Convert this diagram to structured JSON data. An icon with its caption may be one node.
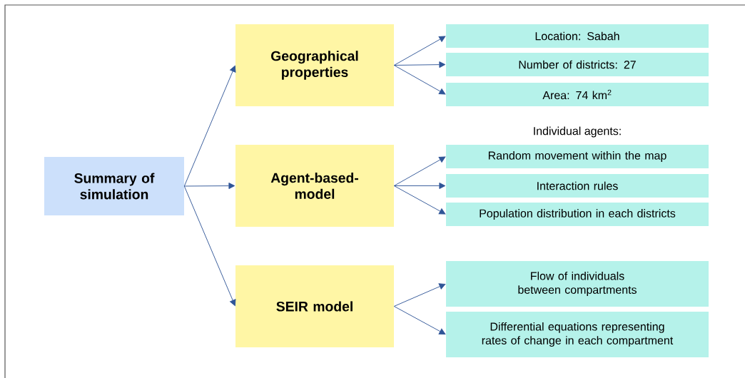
{
  "diagram": {
    "nodes": [
      {
        "text": [
          "Summary of simulation"
        ]
      },
      {
        "text": [
          "Geographical properties"
        ]
      },
      {
        "text": [
          "Agent-based-model"
        ]
      },
      {
        "text": [
          "SEIR model"
        ]
      },
      {
        "text": [
          "Location: Sabah"
        ]
      },
      {
        "text": [
          "Number of districts: 27"
        ]
      },
      {
        "text": [
          "Area: 74 km$^{2}$"
        ]
      },
      {
        "text": [
          "Random movement within the map"
        ]
      },
      {
        "text": [
          "Interaction rules"
        ]
      },
      {
        "text": [
          "Population distribution in each districts"
        ]
      },
      {
        "text": [
          "Flow of individuals between compartments"
        ]
      },
      {
        "text": [
          "Differential equations representing rates of change in each compartment"
        ]
      }
    ],
    "edges": [
      {
        "from": 0,
        "to": 1,
        "arrow": "to"
      },
      {
        "from": 0,
        "to": 2,
        "arrow": "to"
      },
      {
        "from": 0,
        "to": 3,
        "arrow": "to"
      },
      {
        "from": 1,
        "to": 4,
        "arrow": "to"
      },
      {
        "from": 1,
        "to": 5,
        "arrow": "to"
      },
      {
        "from": 1,
        "to": 6,
        "arrow": "to"
      },
      {
        "from": 2,
        "to": 7,
        "arrow": "to"
      },
      {
        "from": 2,
        "to": 8,
        "arrow": "to"
      },
      {
        "from": 2,
        "to": 9,
        "arrow": "to"
      },
      {
        "from": 3,
        "to": 10,
        "arrow": "to"
      },
      {
        "from": 3,
        "to": 11,
        "arrow": "to"
      }
    ],
    "labels": [
      "Individual agents:"
    ]
  }
}
